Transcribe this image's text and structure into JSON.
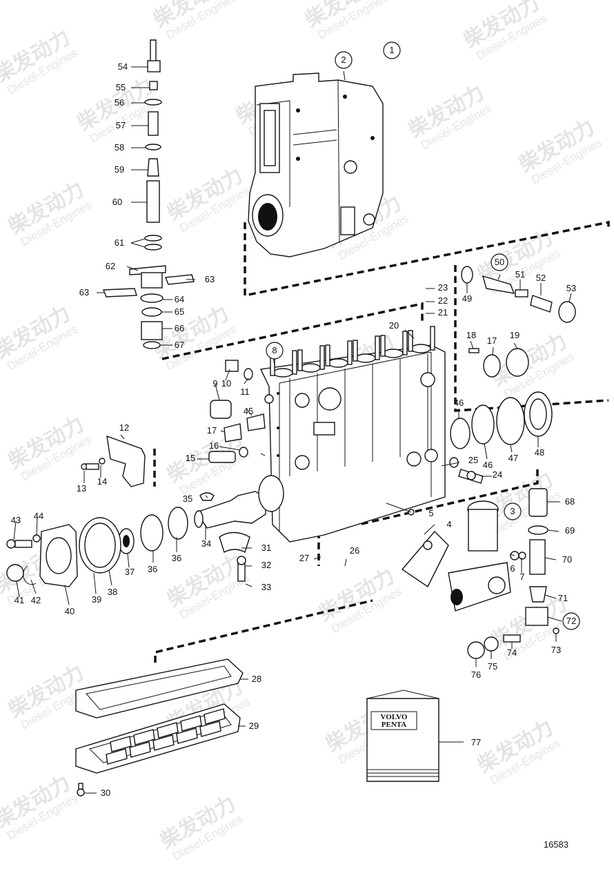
{
  "watermark": {
    "cn": "柴发动力",
    "en": "Diesel-Engines"
  },
  "drawing_number": "16583",
  "packet_label": [
    "VOLVO",
    "PENTA"
  ],
  "callouts": [
    {
      "n": "1",
      "c": true
    },
    {
      "n": "2",
      "c": true
    },
    {
      "n": "3",
      "c": true
    },
    {
      "n": "4"
    },
    {
      "n": "5"
    },
    {
      "n": "6"
    },
    {
      "n": "7"
    },
    {
      "n": "8",
      "c": true
    },
    {
      "n": "9"
    },
    {
      "n": "10"
    },
    {
      "n": "11"
    },
    {
      "n": "12"
    },
    {
      "n": "13"
    },
    {
      "n": "14"
    },
    {
      "n": "15"
    },
    {
      "n": "16"
    },
    {
      "n": "17"
    },
    {
      "n": "17b",
      "t": "17"
    },
    {
      "n": "18"
    },
    {
      "n": "19"
    },
    {
      "n": "20"
    },
    {
      "n": "21"
    },
    {
      "n": "22"
    },
    {
      "n": "23"
    },
    {
      "n": "24"
    },
    {
      "n": "25"
    },
    {
      "n": "26"
    },
    {
      "n": "27"
    },
    {
      "n": "28"
    },
    {
      "n": "29"
    },
    {
      "n": "30"
    },
    {
      "n": "31"
    },
    {
      "n": "32"
    },
    {
      "n": "33"
    },
    {
      "n": "34"
    },
    {
      "n": "35"
    },
    {
      "n": "36"
    },
    {
      "n": "36b",
      "t": "36"
    },
    {
      "n": "37"
    },
    {
      "n": "38"
    },
    {
      "n": "39"
    },
    {
      "n": "40"
    },
    {
      "n": "41"
    },
    {
      "n": "42"
    },
    {
      "n": "43"
    },
    {
      "n": "44"
    },
    {
      "n": "45"
    },
    {
      "n": "46"
    },
    {
      "n": "46b",
      "t": "46"
    },
    {
      "n": "47"
    },
    {
      "n": "48"
    },
    {
      "n": "49"
    },
    {
      "n": "50",
      "c": true
    },
    {
      "n": "51"
    },
    {
      "n": "52"
    },
    {
      "n": "53"
    },
    {
      "n": "54"
    },
    {
      "n": "55"
    },
    {
      "n": "56"
    },
    {
      "n": "57"
    },
    {
      "n": "58"
    },
    {
      "n": "59"
    },
    {
      "n": "60"
    },
    {
      "n": "61"
    },
    {
      "n": "62"
    },
    {
      "n": "63"
    },
    {
      "n": "63b",
      "t": "63"
    },
    {
      "n": "64"
    },
    {
      "n": "65"
    },
    {
      "n": "66"
    },
    {
      "n": "67"
    },
    {
      "n": "68"
    },
    {
      "n": "69"
    },
    {
      "n": "70"
    },
    {
      "n": "71"
    },
    {
      "n": "72",
      "c": true
    },
    {
      "n": "73"
    },
    {
      "n": "74"
    },
    {
      "n": "75"
    },
    {
      "n": "76"
    },
    {
      "n": "77"
    }
  ]
}
